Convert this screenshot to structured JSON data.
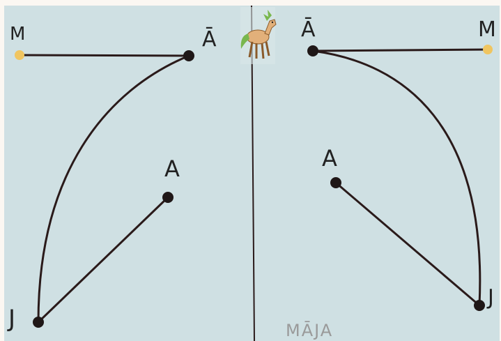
{
  "colors": {
    "paper": "#cfe0e3",
    "paper_edge": "#fbf7f2",
    "ink": "#2a1a1a",
    "dot_dark": "#1f1717",
    "dot_start": "#f0c560",
    "caption_ink": "#9a9a9a"
  },
  "left_side": {
    "label_M": "M",
    "label_A_macron": "Ā",
    "label_A": "A",
    "label_J": "J"
  },
  "right_side": {
    "label_M": "M",
    "label_A_macron": "Ā",
    "label_A": "A",
    "label_J": "J"
  },
  "caption": "MĀJA",
  "icon": "horse-icon"
}
